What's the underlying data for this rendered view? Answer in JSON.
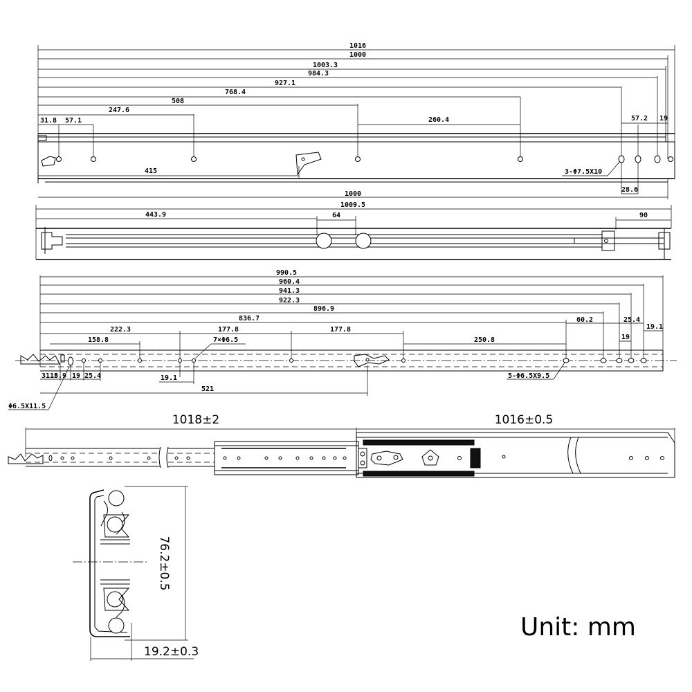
{
  "top_view": {
    "overall_dims": [
      "1016",
      "1000",
      "1003.3",
      "984.3",
      "927.1",
      "768.4",
      "508",
      "247.6"
    ],
    "left_dims": [
      "31.8",
      "57.1"
    ],
    "mid_dims": [
      "260.4"
    ],
    "right_dims": [
      "57.2",
      "19"
    ],
    "lower_dims": [
      "415",
      "1000",
      "28.6"
    ],
    "hole_callout": "3-Φ7.5X10"
  },
  "side_view": {
    "overall": "1009.5",
    "left": "443.9",
    "ball_spacing": "64",
    "right": "90"
  },
  "inner_member": {
    "cumulative": [
      "990.5",
      "960.4",
      "941.3",
      "922.3",
      "896.9",
      "836.7"
    ],
    "segments": [
      "222.3",
      "177.8",
      "177.8",
      "158.8",
      "250.8",
      "60.2",
      "25.4",
      "19.1",
      "19"
    ],
    "callout_seven": "7×Φ6.5",
    "bottom_labels": [
      "31.8",
      "15.9",
      "19",
      "25.4",
      "19.1",
      "521"
    ],
    "callout_five": "5-Φ6.5X9.5",
    "callout_slot": "Φ6.5X11.5"
  },
  "assembly": {
    "left_dim": "1018±2",
    "right_dim": "1016±0.5"
  },
  "section": {
    "height": "76.2±0.5",
    "width": "19.2±0.3"
  },
  "unit_label": "Unit: mm"
}
